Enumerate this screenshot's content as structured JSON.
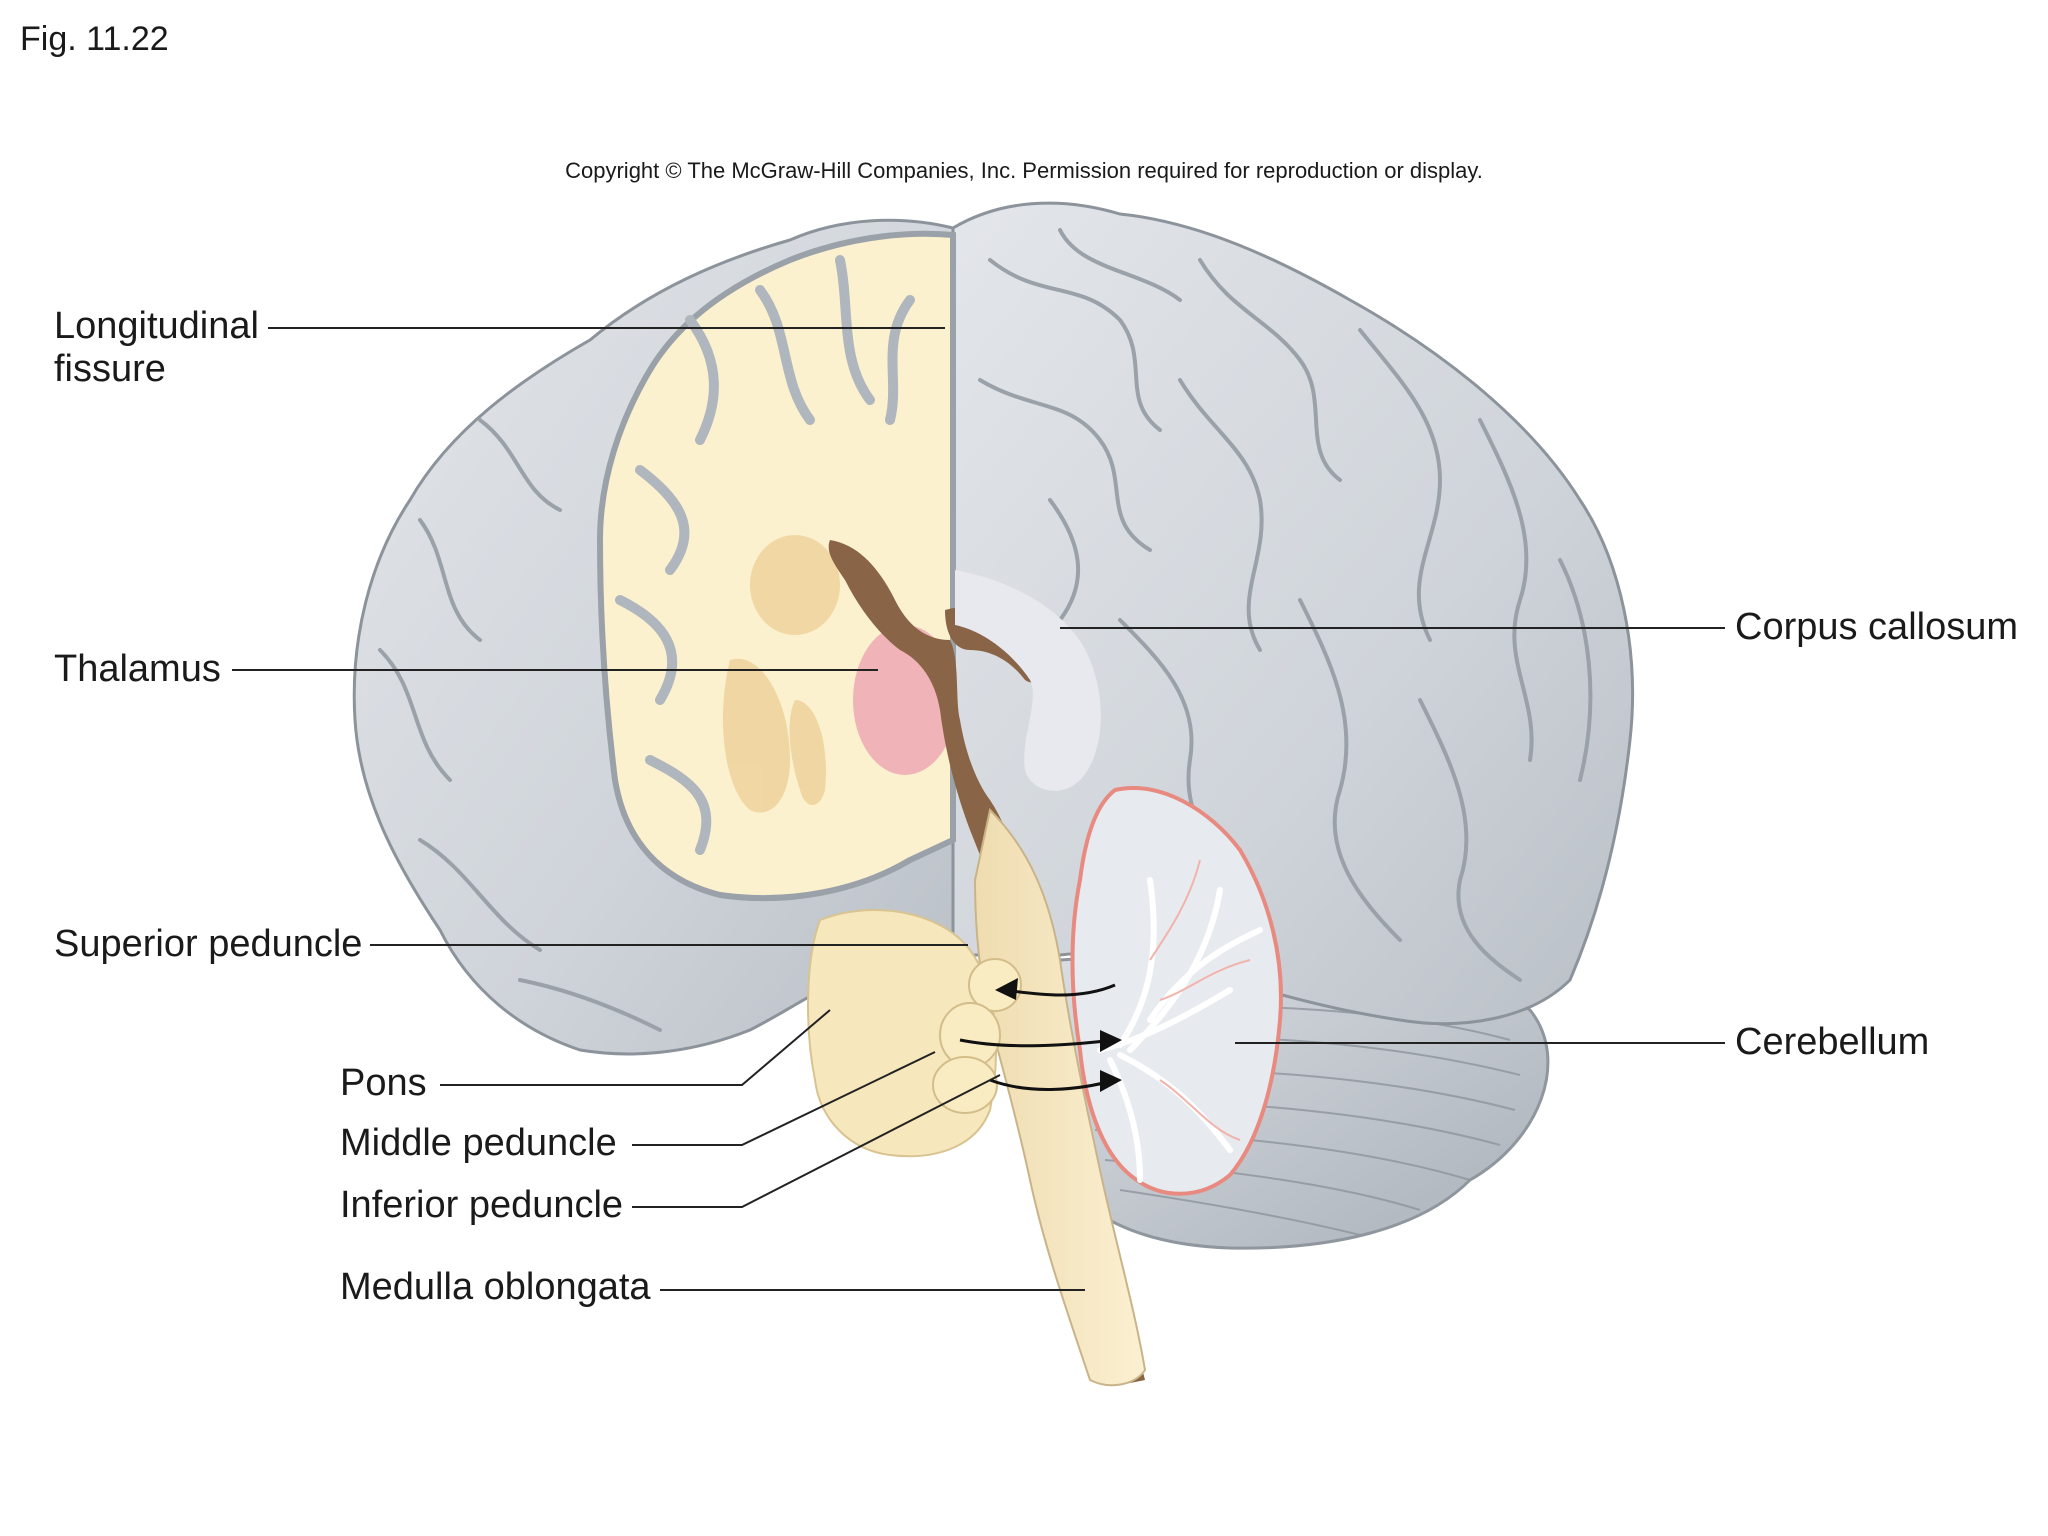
{
  "figure": {
    "number": "Fig. 11.22",
    "copyright": "Copyright © The McGraw-Hill Companies, Inc. Permission required for reproduction or display."
  },
  "labels": {
    "longitudinal_fissure": "Longitudinal\nfissure",
    "thalamus": "Thalamus",
    "superior_peduncle": "Superior peduncle",
    "pons": "Pons",
    "middle_peduncle": "Middle peduncle",
    "inferior_peduncle": "Inferior peduncle",
    "medulla_oblongata": "Medulla oblongata",
    "corpus_callosum": "Corpus callosum",
    "cerebellum": "Cerebellum"
  },
  "colors": {
    "cortex": "#d3d7dc",
    "white_matter": "#fbf1cf",
    "ventricle": "#8a6446",
    "thalamus": "#efb3b8",
    "basal_nuclei": "#efd29b",
    "cerebellum_outline": "#e88a80",
    "leader_line": "#222222"
  }
}
